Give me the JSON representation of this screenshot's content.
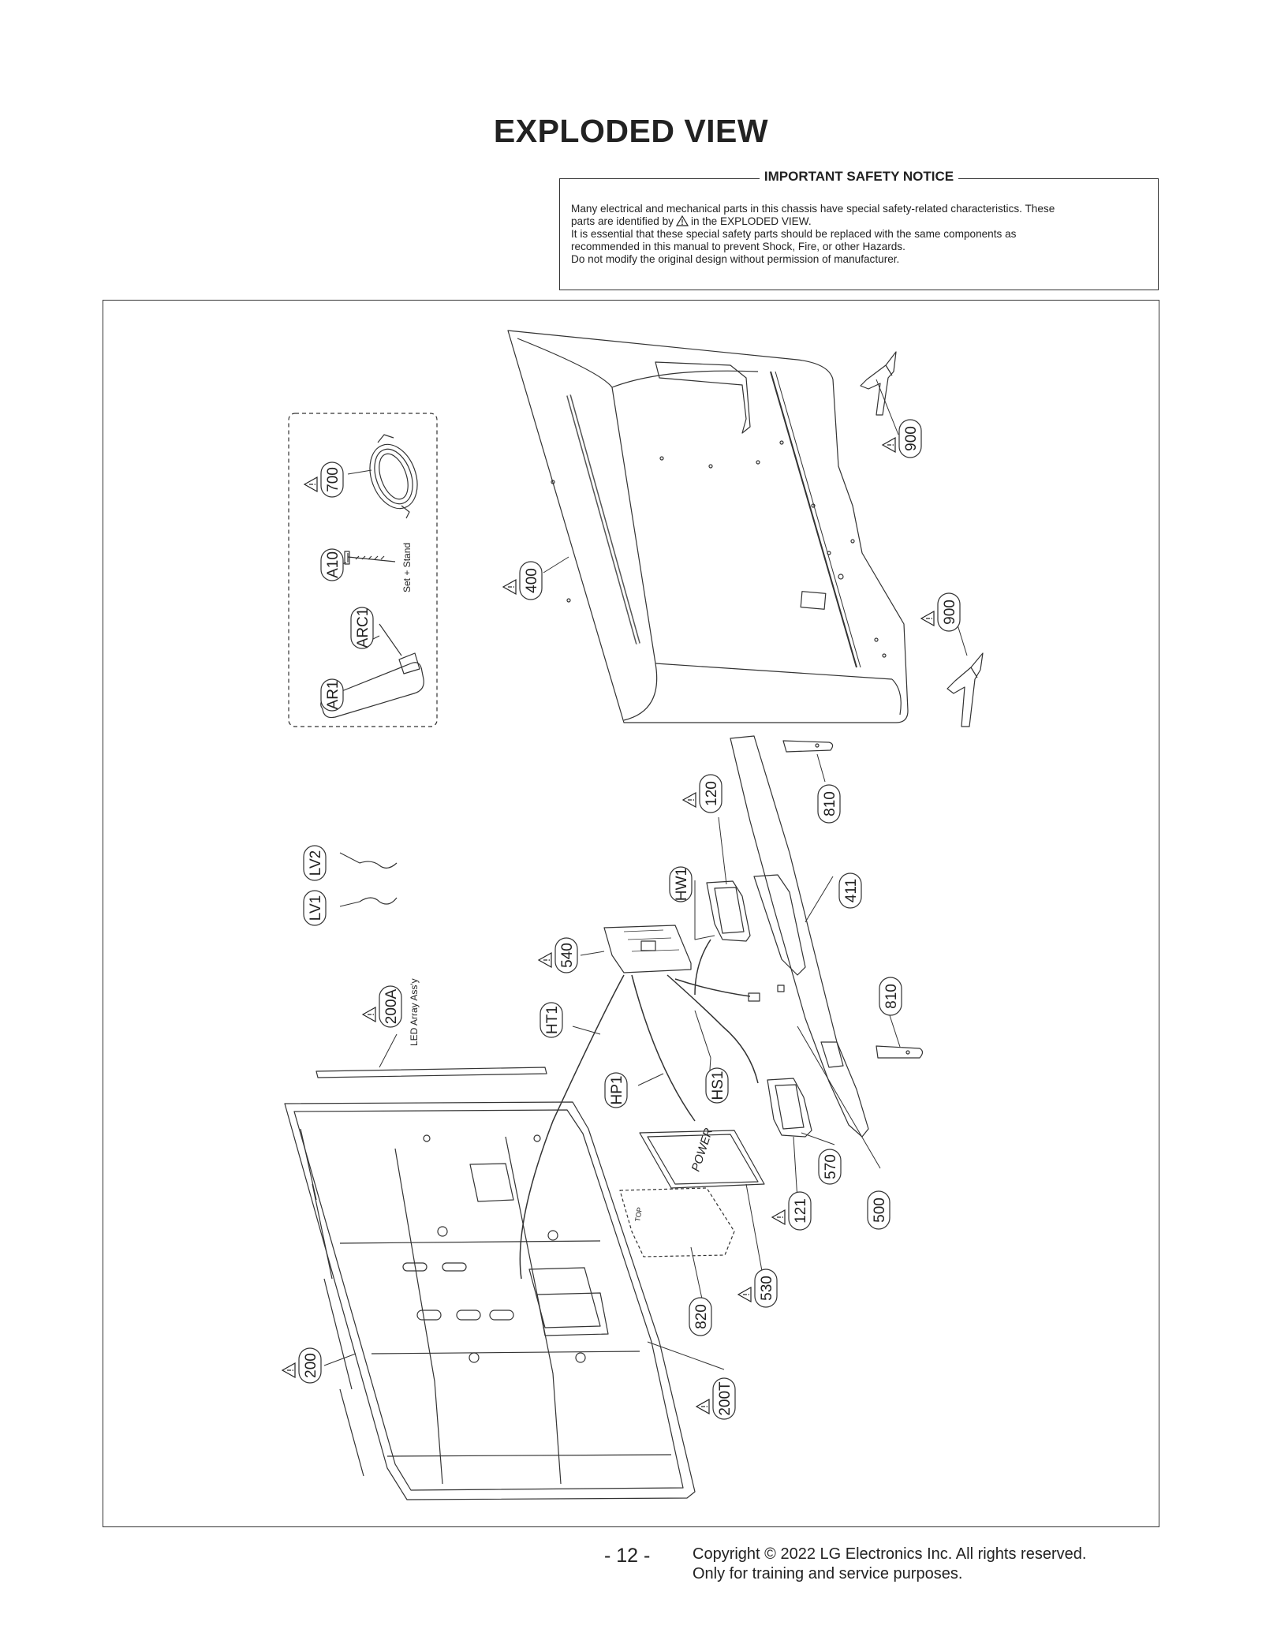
{
  "page": {
    "title": "EXPLODED VIEW"
  },
  "notice": {
    "title": "IMPORTANT SAFETY NOTICE",
    "line1": "Many electrical and mechanical parts in this chassis have special safety-related characteristics. These",
    "line2a": "parts are identified by",
    "line2b": "in the EXPLODED VIEW.",
    "line3": "It is essential that these special safety parts should be replaced with the same components as",
    "line4": "recommended in this manual to prevent Shock, Fire, or other Hazards.",
    "line5": "Do not modify the original design without permission of manufacturer."
  },
  "diagram": {
    "accessory_note": "Set + Stand",
    "led_note": "LED Array Ass'y",
    "power_label": "POWER",
    "top_label": "TOP",
    "parts": [
      "700",
      "A10",
      "ARC1",
      "AR1",
      "400",
      "900",
      "900",
      "810",
      "120",
      "411",
      "HW1",
      "LV2",
      "LV1",
      "540",
      "200A",
      "HT1",
      "810",
      "HP1",
      "HS1",
      "570",
      "121",
      "500",
      "530",
      "820",
      "200",
      "200T"
    ]
  },
  "footer": {
    "page_number": "- 12 -",
    "copyright_line1": "Copyright © 2022 LG Electronics Inc. All rights reserved.",
    "copyright_line2": "Only for training and service purposes."
  }
}
